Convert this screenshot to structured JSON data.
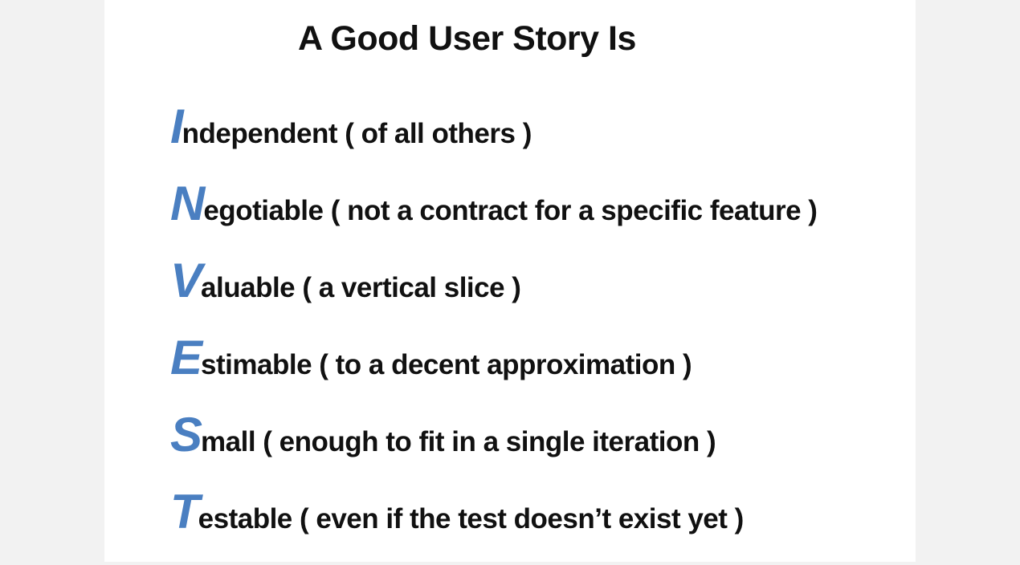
{
  "colors": {
    "accent": "#4a7fc1",
    "text": "#111111",
    "page_background": "#ffffff",
    "outer_background": "#f2f2f2"
  },
  "title": "A Good User Story Is",
  "items": [
    {
      "initial": "I",
      "rest": "ndependent ( of all others )"
    },
    {
      "initial": "N",
      "rest": "egotiable ( not a contract for a specific feature )"
    },
    {
      "initial": "V",
      "rest": "aluable ( a vertical slice )"
    },
    {
      "initial": "E",
      "rest": "stimable ( to a decent approximation )"
    },
    {
      "initial": "S",
      "rest": "mall ( enough to fit in a single iteration )"
    },
    {
      "initial": "T",
      "rest": "estable ( even if the test doesn’t exist yet )"
    }
  ]
}
